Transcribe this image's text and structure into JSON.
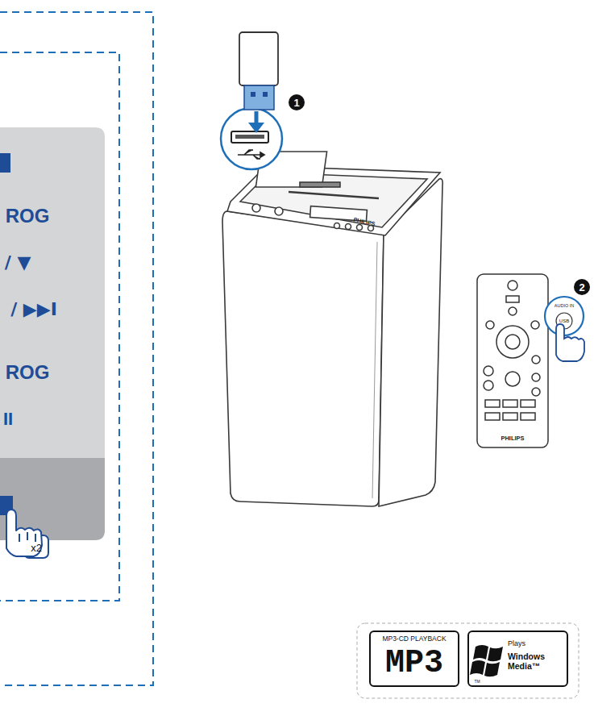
{
  "diagram": {
    "nodes": [
      {
        "text": [
          "MP3-CD PLAYBACK",
          "MP3"
        ]
      },
      {
        "text": [
          "Plays",
          "Windows Media™"
        ]
      }
    ],
    "labels": [
      "ROG",
      "/ ▼",
      "/ ▶▶I",
      "ROG",
      "II",
      "x2",
      "1",
      "2",
      "PHILIPS",
      "PHILIPS",
      "AUDIO IN",
      "USB",
      "TM"
    ]
  }
}
